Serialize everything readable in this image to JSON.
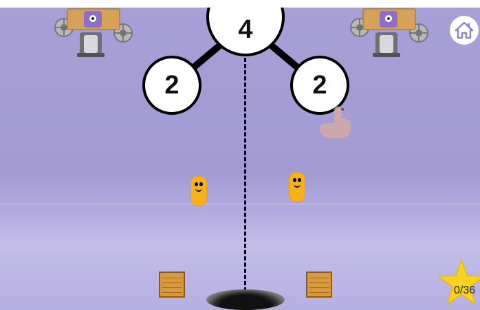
{
  "number_bond": {
    "whole": "4",
    "part_left": "2",
    "part_right": "2"
  },
  "score": {
    "label": "0/36"
  },
  "icons": {
    "home": "home-icon",
    "hand": "pointer-hand-icon",
    "star": "star-icon",
    "machine": "dispenser-machine-icon",
    "crate": "crate-icon"
  },
  "colors": {
    "background": "#a39ad3",
    "blob": "#f7b21b",
    "star": "#f7d21e",
    "crate": "#d99a3e",
    "node_fill": "#ffffff",
    "node_border": "#000000"
  }
}
